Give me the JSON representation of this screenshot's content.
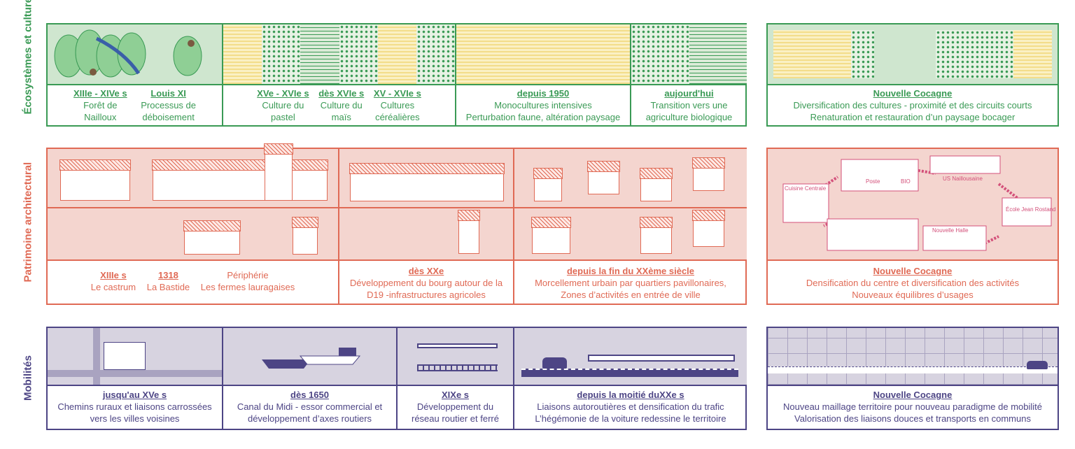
{
  "rows": {
    "eco": {
      "label": "Écosystèmes et culture",
      "color": "#3a9a55",
      "cols": [
        {
          "items": [
            {
              "date": "XIIIe - XIVe s",
              "text": [
                "Forêt de",
                "Nailloux"
              ]
            },
            {
              "date": "Louis XI",
              "text": [
                "Processus de",
                "déboisement"
              ]
            }
          ]
        },
        {
          "items": [
            {
              "date": "XVe - XVIe s",
              "text": [
                "Culture du",
                "pastel"
              ]
            },
            {
              "date": "dès XVIe s",
              "text": [
                "Culture du",
                "maïs"
              ]
            },
            {
              "date": "XV - XVIe s",
              "text": [
                "Cultures",
                "céréalières"
              ]
            }
          ]
        },
        {
          "items": [
            {
              "date": "depuis 1950",
              "text": [
                "Monocultures intensives",
                "Perturbation faune, altération paysage"
              ]
            }
          ]
        },
        {
          "items": [
            {
              "date": "aujourd'hui",
              "text": [
                "Transition vers une",
                "agriculture biologique"
              ]
            }
          ]
        }
      ],
      "future": {
        "date": "Nouvelle Cocagne",
        "text": [
          "Diversification des cultures - proximité et des circuits courts",
          "Renaturation et restauration d’un paysage bocager"
        ]
      }
    },
    "patri": {
      "label": "Patrimoine architectural",
      "color": "#e06a55",
      "cols": [
        {
          "items": [
            {
              "date": "XIIIe s",
              "text": [
                "Le castrum"
              ]
            },
            {
              "date": "1318",
              "text": [
                "La Bastide"
              ]
            },
            {
              "date": "",
              "text": [
                "Périphérie",
                "Les fermes lauragaises"
              ]
            }
          ]
        },
        {
          "items": [
            {
              "date": "dès XXe",
              "text": [
                "Développement du bourg autour de la",
                "D19 -infrastructures agricoles"
              ]
            }
          ]
        },
        {
          "items": [
            {
              "date": "depuis la fin du XXème siècle",
              "text": [
                "Morcellement urbain par quartiers pavillonaires,",
                "Zones d’activités en entrée de ville"
              ]
            }
          ]
        }
      ],
      "future": {
        "date": "Nouvelle Cocagne",
        "text": [
          "Densification du centre et diversification des activités",
          "Nouveaux équilibres d’usages"
        ]
      },
      "map_labels": [
        "Cuisine Centrale",
        "Poste",
        "BIO",
        "US Naillousaine",
        "École Jean Rostand",
        "Nouvelle Halle"
      ]
    },
    "mob": {
      "label": "Mobilités",
      "color": "#4d4585",
      "cols": [
        {
          "items": [
            {
              "date": "jusqu'au XVe s",
              "text": [
                "Chemins ruraux et liaisons carrossées",
                "vers les villes voisines"
              ]
            }
          ]
        },
        {
          "items": [
            {
              "date": "dès 1650",
              "text": [
                "Canal du Midi - essor commercial et",
                "développement d’axes routiers"
              ]
            }
          ]
        },
        {
          "items": [
            {
              "date": "XIXe s",
              "text": [
                "Développement du",
                "réseau routier et ferré"
              ]
            }
          ]
        },
        {
          "items": [
            {
              "date": "depuis la moitié duXXe s",
              "text": [
                "Liaisons autoroutières et densification du trafic",
                "L’hégémonie de la voiture redessine le territoire"
              ]
            }
          ]
        }
      ],
      "future": {
        "date": "Nouvelle Cocagne",
        "text": [
          "Nouveau maillage territoire pour nouveau paradigme de mobilité",
          "Valorisation des liaisons douces et transports en communs"
        ]
      }
    }
  }
}
